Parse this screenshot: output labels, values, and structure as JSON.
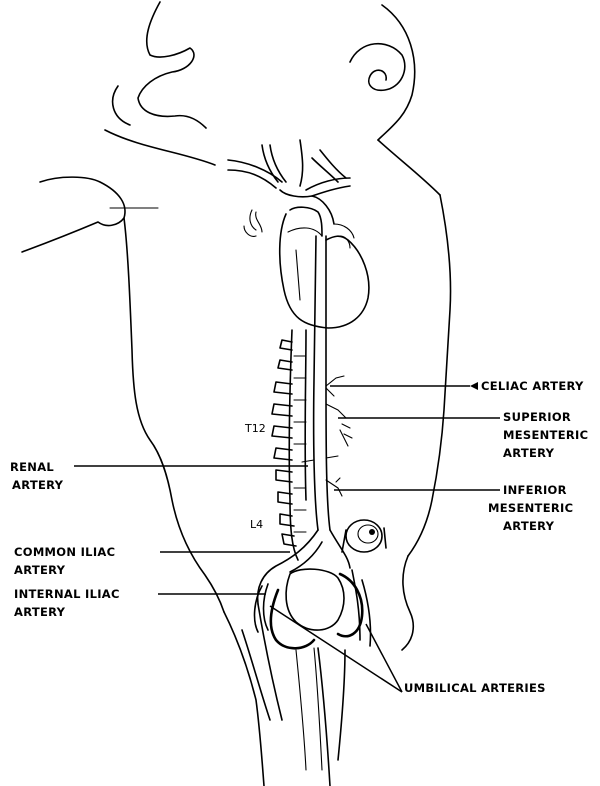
{
  "labels": {
    "celiac": "CELIAC ARTERY",
    "superior_mesenteric": [
      "SUPERIOR",
      "MESENTERIC",
      "ARTERY"
    ],
    "renal": [
      "RENAL",
      "ARTERY"
    ],
    "inferior_mesenteric": [
      "INFERIOR",
      "MESENTERIC",
      "ARTERY"
    ],
    "common_iliac": [
      "COMMON ILIAC",
      "ARTERY"
    ],
    "internal_iliac": [
      "INTERNAL ILIAC",
      "ARTERY"
    ],
    "umbilical": "UMBILICAL ARTERIES"
  },
  "vertebra_labels": {
    "t12": "T12",
    "l4": "L4"
  }
}
